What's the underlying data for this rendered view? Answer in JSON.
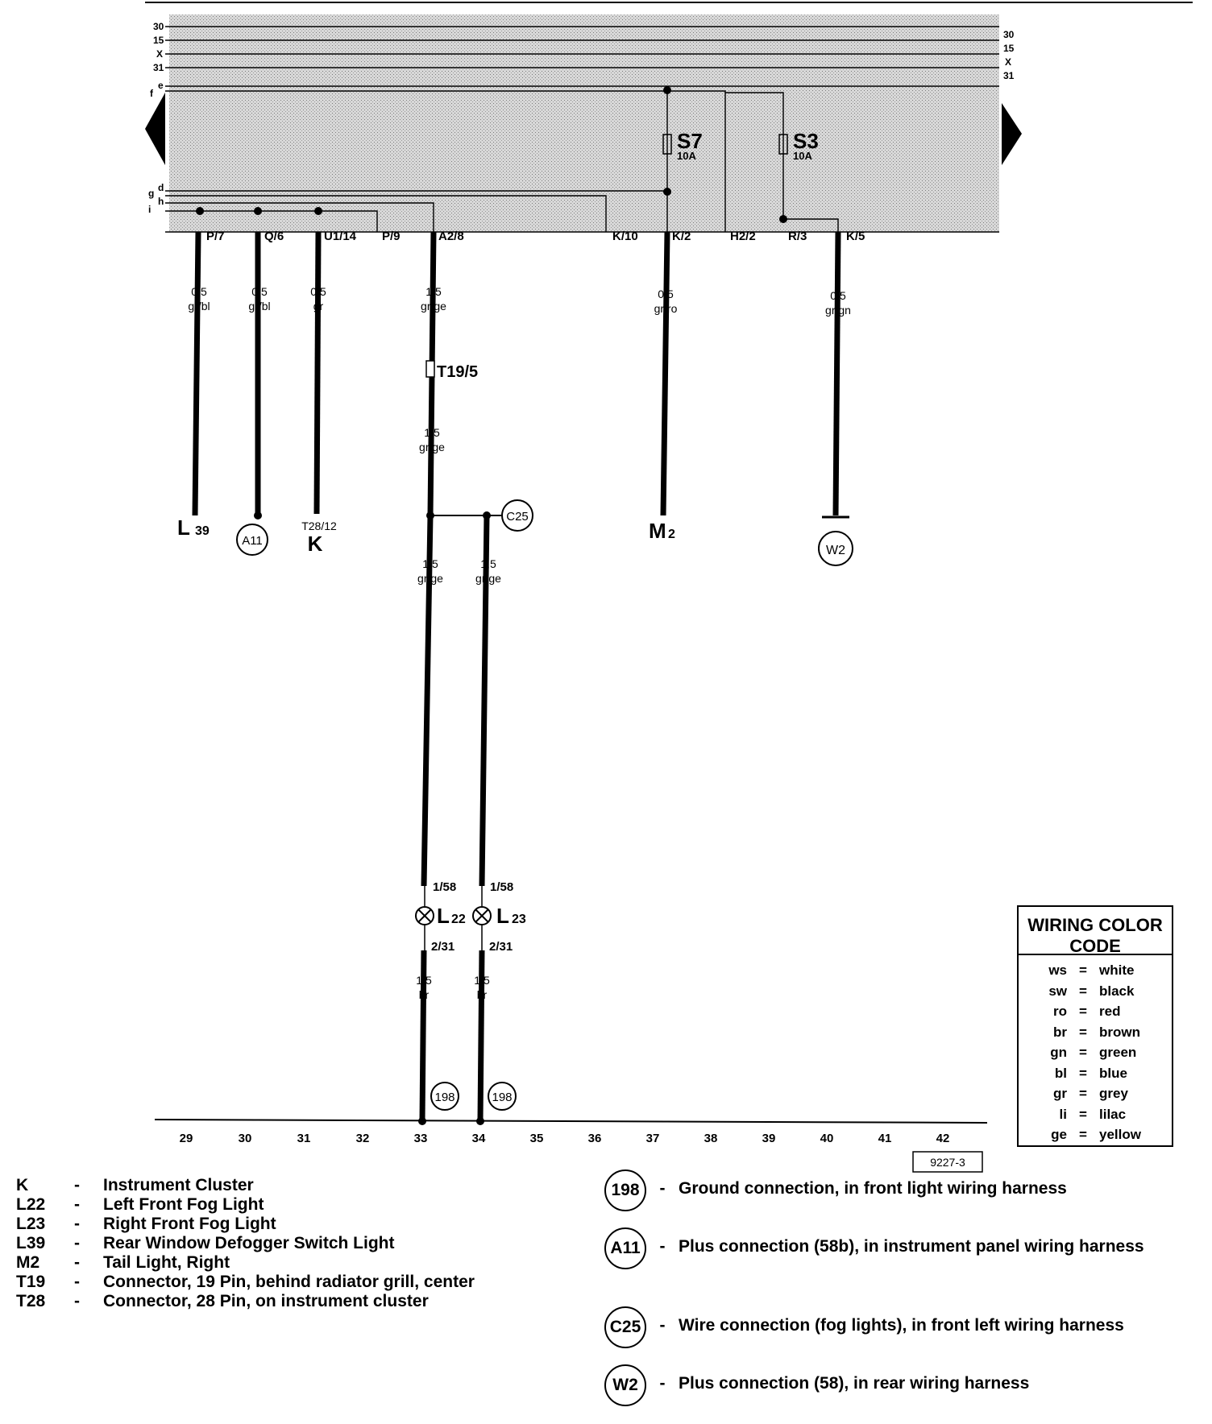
{
  "bus": {
    "left_labels": [
      "30",
      "15",
      "X",
      "31",
      "e",
      "f",
      "d",
      "g",
      "h",
      "i"
    ],
    "right_labels": [
      "30",
      "15",
      "X",
      "31"
    ]
  },
  "fuses": [
    {
      "name": "S7",
      "rating": "10A"
    },
    {
      "name": "S3",
      "rating": "10A"
    }
  ],
  "terminals": [
    "P/7",
    "Q/6",
    "U1/14",
    "P/9",
    "A2/8",
    "K/10",
    "K/2",
    "H2/2",
    "R/3",
    "K/5"
  ],
  "wires": [
    {
      "size": "0,5",
      "color": "gr/bl"
    },
    {
      "size": "0,5",
      "color": "gr/bl"
    },
    {
      "size": "0,5",
      "color": "gr"
    },
    {
      "size": "1,5",
      "color": "gr/ge"
    },
    {
      "size": "0,5",
      "color": "gr/ro"
    },
    {
      "size": "0,5",
      "color": "gr/gn"
    },
    {
      "size": "1,5",
      "color": "gr/ge"
    },
    {
      "size": "1,5",
      "color": "gr/ge"
    },
    {
      "size": "1,5",
      "color": "gr/ge"
    },
    {
      "size": "1,5",
      "color": "br"
    },
    {
      "size": "1,5",
      "color": "br"
    }
  ],
  "connector_t19": "T19/5",
  "ends": {
    "l39": "L",
    "l39_sub": "39",
    "a11": "A11",
    "t28": "T28/12",
    "k": "K",
    "c25": "C25",
    "m2": "M",
    "m2_sub": "2",
    "w2": "W2"
  },
  "lamps": [
    {
      "name": "L",
      "sub": "22",
      "pin_top": "1/58",
      "pin_bottom": "2/31"
    },
    {
      "name": "L",
      "sub": "23",
      "pin_top": "1/58",
      "pin_bottom": "2/31"
    }
  ],
  "ground": "198",
  "ruler": [
    "29",
    "30",
    "31",
    "32",
    "33",
    "34",
    "35",
    "36",
    "37",
    "38",
    "39",
    "40",
    "41",
    "42"
  ],
  "figure_id": "9227-3",
  "color_code": {
    "title": "WIRING COLOR CODE",
    "rows": [
      {
        "abbr": "ws",
        "eq": "=",
        "name": "white"
      },
      {
        "abbr": "sw",
        "eq": "=",
        "name": "black"
      },
      {
        "abbr": "ro",
        "eq": "=",
        "name": "red"
      },
      {
        "abbr": "br",
        "eq": "=",
        "name": "brown"
      },
      {
        "abbr": "gn",
        "eq": "=",
        "name": "green"
      },
      {
        "abbr": "bl",
        "eq": "=",
        "name": "blue"
      },
      {
        "abbr": "gr",
        "eq": "=",
        "name": "grey"
      },
      {
        "abbr": "li",
        "eq": "=",
        "name": "lilac"
      },
      {
        "abbr": "ge",
        "eq": "=",
        "name": "yellow"
      }
    ]
  },
  "legend_components": [
    {
      "code": "K",
      "dash": "-",
      "desc": "Instrument Cluster"
    },
    {
      "code": "L22",
      "dash": "-",
      "desc": "Left Front Fog Light"
    },
    {
      "code": "L23",
      "dash": "-",
      "desc": "Right Front Fog Light"
    },
    {
      "code": "L39",
      "dash": "-",
      "desc": "Rear Window Defogger Switch Light"
    },
    {
      "code": "M2",
      "dash": "-",
      "desc": "Tail Light, Right"
    },
    {
      "code": "T19",
      "dash": "-",
      "desc": "Connector, 19 Pin, behind radiator grill, center"
    },
    {
      "code": "T28",
      "dash": "-",
      "desc": "Connector, 28 Pin, on instrument cluster"
    }
  ],
  "legend_connections": [
    {
      "id": "198",
      "dash": "-",
      "desc": "Ground connection, in front light wiring harness"
    },
    {
      "id": "A11",
      "dash": "-",
      "desc": "Plus connection (58b), in instrument panel wiring harness"
    },
    {
      "id": "C25",
      "dash": "-",
      "desc": "Wire connection (fog lights), in front left wiring harness"
    },
    {
      "id": "W2",
      "dash": "-",
      "desc": "Plus connection (58), in rear wiring harness"
    }
  ],
  "colors": {
    "ink": "#000000",
    "panel": "#cfcfcf"
  }
}
